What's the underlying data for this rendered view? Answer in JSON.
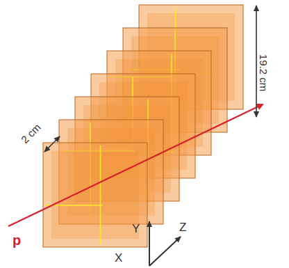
{
  "diagram": {
    "labels": [
      "19.2 cm",
      "2 cm",
      "p",
      "Y",
      "Z",
      "X"
    ]
  }
}
